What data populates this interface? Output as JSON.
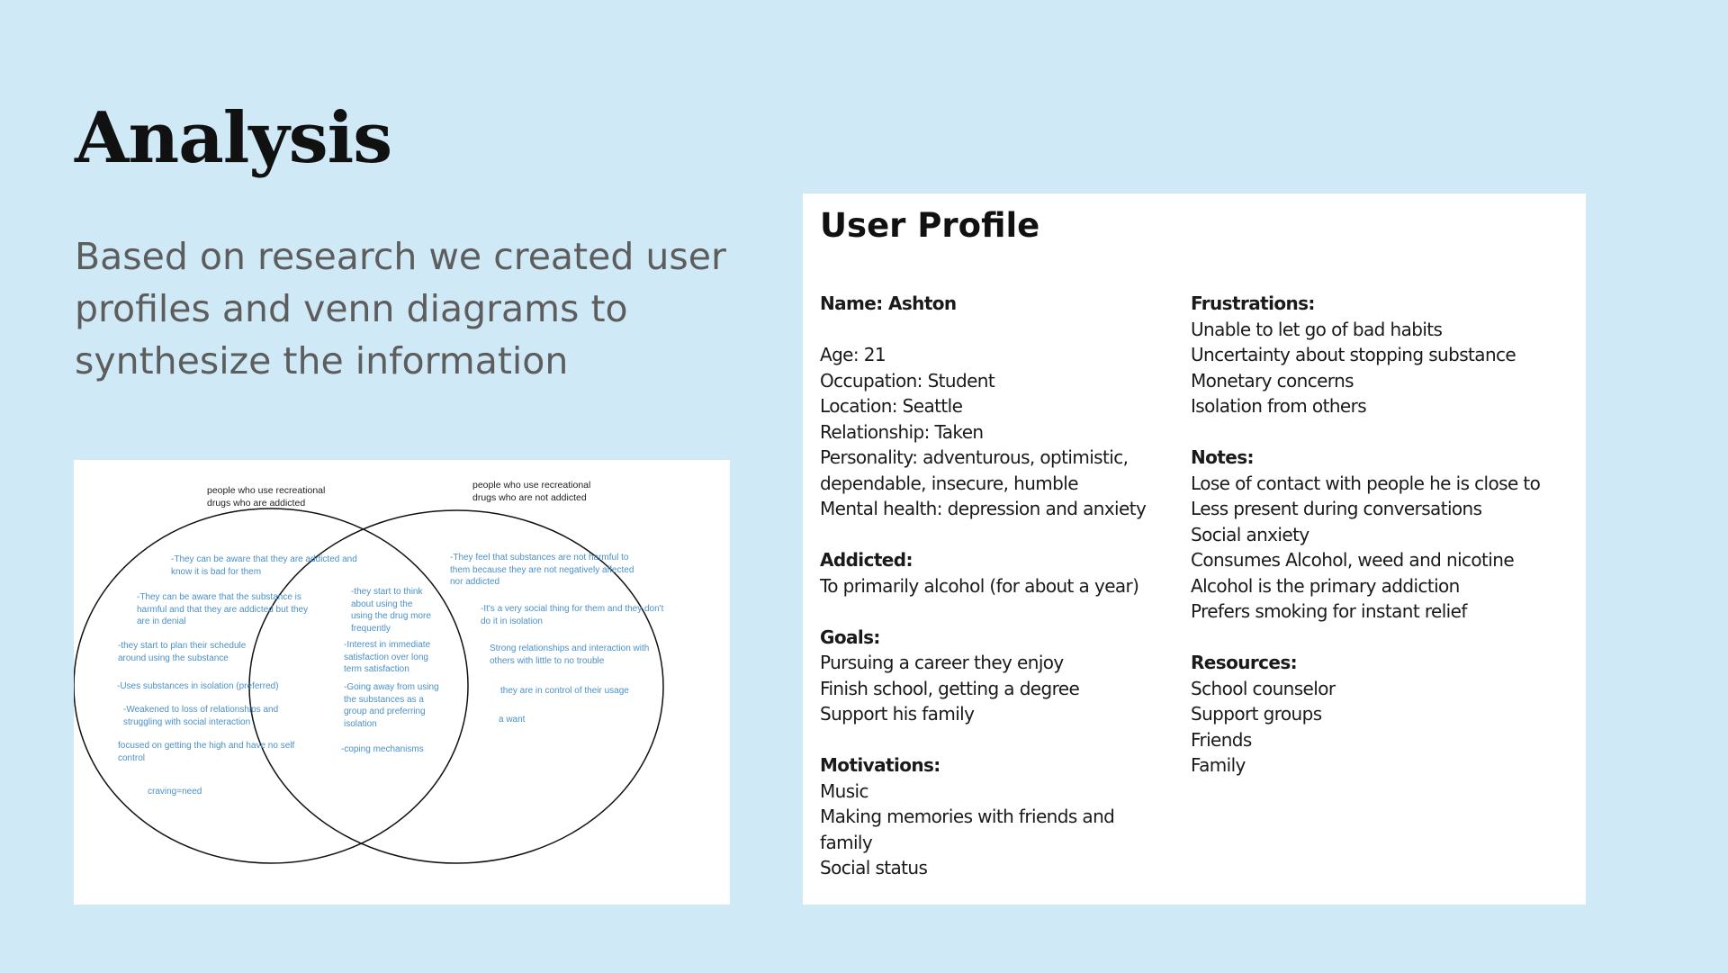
{
  "title": "Analysis",
  "subtitle": "Based on research we created user profiles and venn diagrams to synthesize the information",
  "venn": {
    "left_label": "people who use recreational drugs who are addicted",
    "right_label": "people who use recreational drugs who are not addicted",
    "left_items": [
      "-They can be aware that they are addicted and know it is bad for them",
      "-They can be aware that the substance is harmful and that they are addicted but they are in denial",
      "-they start to plan their schedule around using the substance",
      "-Uses substances in isolation (preferred)",
      "-Weakened to loss of relationships and struggling with social interaction",
      "focused on getting the high and have no self control",
      "craving=need"
    ],
    "overlap_items": [
      "-they start to think about using the using the drug more frequently",
      "-Interest in immediate satisfaction over long term satisfaction",
      "-Going away from using the substances as a group and preferring isolation",
      "-coping mechanisms"
    ],
    "right_items": [
      "-They feel that substances are not harmful to them because they are not negatively affected nor addicted",
      "-It's a very social thing for them and they don't do it in isolation",
      "Strong relationships and interaction with others with little to no trouble",
      "they are in control of their usage",
      "a want"
    ]
  },
  "profile": {
    "title": "User Profile",
    "name": "Name: Ashton",
    "age": "Age: 21",
    "occupation": "Occupation: Student",
    "location": "Location: Seattle",
    "relationship": "Relationship: Taken",
    "personality_1": "Personality: adventurous, optimistic,",
    "personality_2": "dependable, insecure, humble",
    "mental_health": "Mental health: depression and anxiety",
    "addicted_heading": "Addicted:",
    "addicted_text": "To primarily alcohol (for about a year)",
    "goals_heading": "Goals:",
    "goals": [
      "Pursuing a career they enjoy",
      "Finish school, getting a degree",
      "Support his family"
    ],
    "motivations_heading": "Motivations:",
    "motivations": [
      "Music",
      "Making memories with friends and family",
      "Social status"
    ],
    "frustrations_heading": "Frustrations:",
    "frustrations": [
      "Unable to let go of bad habits",
      "Uncertainty about stopping substance",
      "Monetary concerns",
      "Isolation from others"
    ],
    "notes_heading": "Notes:",
    "notes": [
      "Lose of contact with people he is close to",
      "Less present during conversations",
      "Social anxiety",
      "Consumes Alcohol, weed and nicotine",
      "Alcohol is the primary addiction",
      "Prefers smoking for instant relief"
    ],
    "resources_heading": "Resources:",
    "resources": [
      "School counselor",
      "Support groups",
      "Friends",
      "Family"
    ]
  }
}
